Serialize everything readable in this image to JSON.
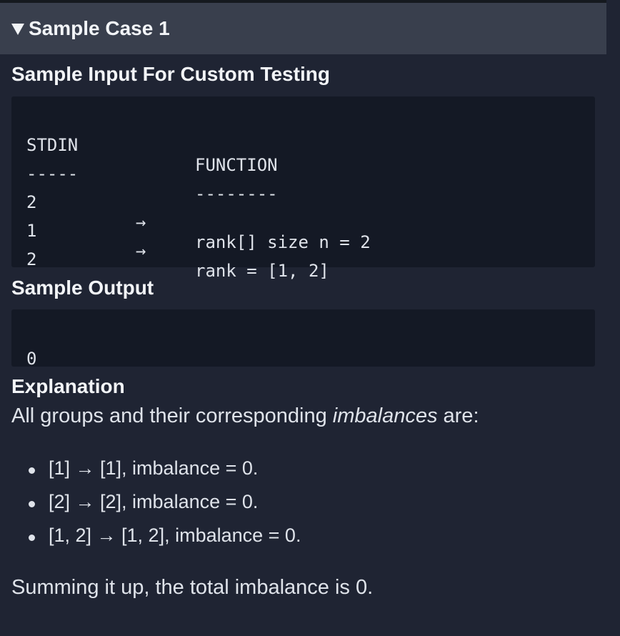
{
  "case_header": {
    "title": "Sample Case 1"
  },
  "input_section": {
    "title": "Sample Input For Custom Testing",
    "header": {
      "stdin": "STDIN",
      "function": "FUNCTION"
    },
    "divider": {
      "stdin": "-----",
      "function": "--------"
    },
    "rows": [
      {
        "stdin": "2",
        "arrow": "→",
        "function": "rank[] size n = 2"
      },
      {
        "stdin": "1",
        "arrow": "→",
        "function": "rank = [1, 2]"
      },
      {
        "stdin": "2",
        "arrow": "",
        "function": ""
      }
    ]
  },
  "output_section": {
    "title": "Sample Output",
    "value": "0"
  },
  "explanation": {
    "title": "Explanation",
    "intro_prefix": "All groups and their corresponding ",
    "intro_emphasis": "imbalances",
    "intro_suffix": " are:",
    "bullets": [
      "[1] → [1], imbalance = 0.",
      "[2] → [2], imbalance = 0.",
      "[1, 2] → [1, 2], imbalance = 0."
    ],
    "summary": "Summing it up, the total imbalance is 0."
  }
}
